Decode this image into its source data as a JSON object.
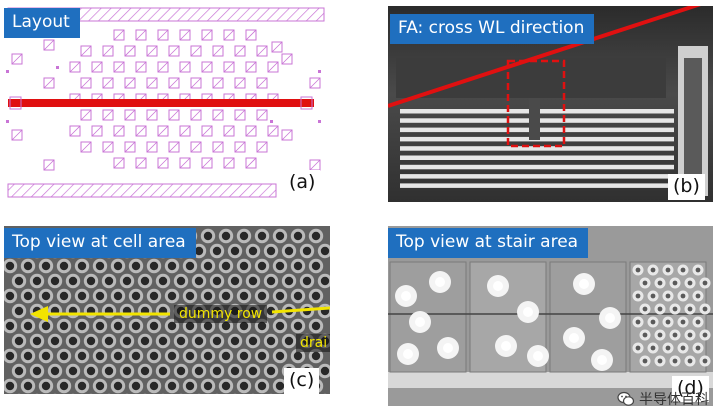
{
  "panels": {
    "a": {
      "title": "Layout",
      "letter": "(a)"
    },
    "b": {
      "title": "FA: cross WL direction",
      "letter": "(b)"
    },
    "c": {
      "title": "Top view at cell area",
      "letter": "(c)",
      "dummy_row_label": "dummy row",
      "drain_label": "drai"
    },
    "d": {
      "title": "Top view at stair area",
      "letter": "(d)"
    }
  },
  "watermark": {
    "text": "半导体百科",
    "icon": "wechat-icon"
  },
  "colors": {
    "badge": "#1f6fbf",
    "layout_magenta": "#c975d6",
    "cut_line": "#e01010",
    "arrow_yellow": "#f2e400"
  }
}
